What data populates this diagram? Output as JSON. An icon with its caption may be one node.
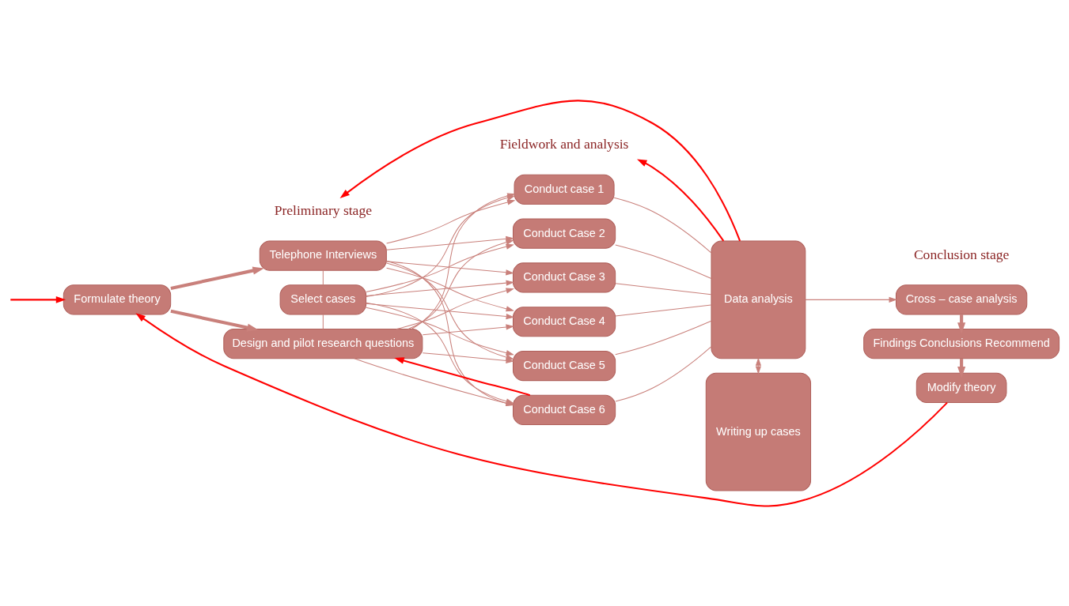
{
  "diagram": {
    "nodes": [
      {
        "text": [
          "Preliminary stage"
        ]
      },
      {
        "text": [
          "Fieldwork and analysis"
        ]
      },
      {
        "text": [
          "Conclusion stage"
        ]
      },
      {
        "text": [
          "Formulate theory"
        ]
      },
      {
        "text": [
          "Telephone Interviews"
        ]
      },
      {
        "text": [
          "Select cases"
        ]
      },
      {
        "text": [
          "Design and pilot research questions"
        ]
      },
      {
        "text": [
          "Conduct case 1"
        ]
      },
      {
        "text": [
          "Conduct Case 2"
        ]
      },
      {
        "text": [
          "Conduct Case 3"
        ]
      },
      {
        "text": [
          "Conduct Case 4"
        ]
      },
      {
        "text": [
          "Conduct Case 5"
        ]
      },
      {
        "text": [
          "Conduct Case 6"
        ]
      },
      {
        "text": [
          "Data analysis"
        ]
      },
      {
        "text": [
          "Writing up cases"
        ]
      },
      {
        "text": [
          "Cross – case analysis"
        ]
      },
      {
        "text": [
          "Findings Conclusions Recommend"
        ]
      },
      {
        "text": [
          "Modify theory"
        ]
      }
    ],
    "edges": [
      {
        "from": 3,
        "to": 4,
        "arrow": "to",
        "style": "thick"
      },
      {
        "from": 3,
        "to": 6,
        "arrow": "to",
        "style": "thick"
      },
      {
        "from": 4,
        "to": 5,
        "arrow": "none"
      },
      {
        "from": 5,
        "to": 6,
        "arrow": "none"
      },
      {
        "from": 4,
        "to": 7,
        "arrow": "to"
      },
      {
        "from": 4,
        "to": 8,
        "arrow": "to"
      },
      {
        "from": 4,
        "to": 9,
        "arrow": "to"
      },
      {
        "from": 4,
        "to": 10,
        "arrow": "to"
      },
      {
        "from": 4,
        "to": 11,
        "arrow": "to"
      },
      {
        "from": 4,
        "to": 12,
        "arrow": "to"
      },
      {
        "from": 5,
        "to": 7,
        "arrow": "to"
      },
      {
        "from": 5,
        "to": 8,
        "arrow": "to"
      },
      {
        "from": 5,
        "to": 9,
        "arrow": "to"
      },
      {
        "from": 5,
        "to": 10,
        "arrow": "to"
      },
      {
        "from": 5,
        "to": 11,
        "arrow": "to"
      },
      {
        "from": 5,
        "to": 12,
        "arrow": "to"
      },
      {
        "from": 6,
        "to": 7,
        "arrow": "to"
      },
      {
        "from": 6,
        "to": 8,
        "arrow": "to"
      },
      {
        "from": 6,
        "to": 9,
        "arrow": "to"
      },
      {
        "from": 6,
        "to": 10,
        "arrow": "to"
      },
      {
        "from": 6,
        "to": 11,
        "arrow": "to"
      },
      {
        "from": 6,
        "to": 12,
        "arrow": "to"
      },
      {
        "from": 7,
        "to": 13,
        "arrow": "none"
      },
      {
        "from": 8,
        "to": 13,
        "arrow": "none"
      },
      {
        "from": 9,
        "to": 13,
        "arrow": "none"
      },
      {
        "from": 10,
        "to": 13,
        "arrow": "none"
      },
      {
        "from": 11,
        "to": 13,
        "arrow": "none"
      },
      {
        "from": 12,
        "to": 13,
        "arrow": "none"
      },
      {
        "from": 13,
        "to": 14,
        "arrow": "both"
      },
      {
        "from": 13,
        "to": 15,
        "arrow": "to"
      },
      {
        "from": 15,
        "to": 16,
        "arrow": "to",
        "style": "thick"
      },
      {
        "from": 16,
        "to": 17,
        "arrow": "to",
        "style": "thick"
      },
      {
        "from": 13,
        "to": 1,
        "arrow": "to",
        "color": "#ff0000"
      },
      {
        "from": 13,
        "to": 0,
        "arrow": "to",
        "color": "#ff0000"
      },
      {
        "from": null,
        "to": 3,
        "arrow": "to",
        "color": "#ff0000"
      },
      {
        "from": 12,
        "to": 6,
        "arrow": "to",
        "color": "#ff0000"
      },
      {
        "from": 17,
        "to": 3,
        "arrow": "to",
        "color": "#ff0000"
      }
    ]
  }
}
